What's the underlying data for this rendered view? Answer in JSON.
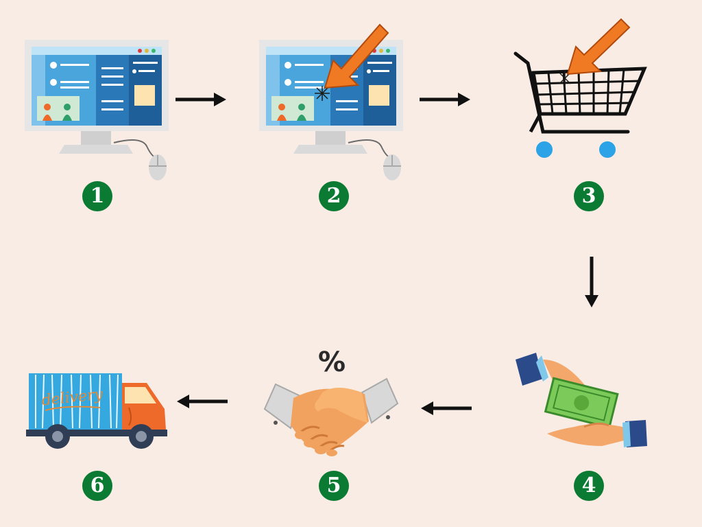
{
  "steps": [
    {
      "number": "1"
    },
    {
      "number": "2"
    },
    {
      "number": "3"
    },
    {
      "number": "4"
    },
    {
      "number": "5"
    },
    {
      "number": "6"
    }
  ],
  "deal_symbol": "%",
  "truck_lettering": "delivery",
  "colors": {
    "background": "#f8ece5",
    "badge": "#0b7a33",
    "cursor": "#f07a24",
    "screen_blue": "#4a9fd8",
    "wheel_blue": "#2ba3e6",
    "money_green": "#7ccb5a",
    "truck_orange": "#ee6a2a"
  }
}
